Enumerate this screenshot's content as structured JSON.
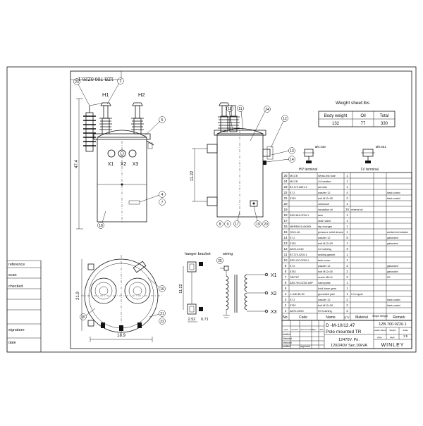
{
  "drawing_number": "1ZB.700.0Z26.1",
  "side_labels": [
    "reference",
    "scan",
    "checked",
    "signature",
    "date"
  ],
  "front_view": {
    "h1": "H1",
    "h2": "H2",
    "x1": "X1",
    "x2": "X2",
    "x3": "X3",
    "height_dim": "47.4",
    "balloons": {
      "b23": "23",
      "b1": "1",
      "b5": "5",
      "b4": "4",
      "b7": "7",
      "b18": "18"
    }
  },
  "side_view": {
    "dim": "11.22",
    "balloons": {
      "b18": "18",
      "b11": "11",
      "b24": "24",
      "b12": "12",
      "b13": "13",
      "b14": "14",
      "b8": "8",
      "b9": "9",
      "b17": "17",
      "b19": "19",
      "b20": "20"
    }
  },
  "top_view": {
    "dim_w": "18.9",
    "dim_h": "21.9",
    "balloons": {
      "b16": "16",
      "b15": "15",
      "b21": "21",
      "b22": "22"
    }
  },
  "hanger": {
    "title": "hanger bracket",
    "d1": "11.22",
    "d2": "2.52",
    "d3": "0.71"
  },
  "wiring": {
    "title": "wiring",
    "x1": "X1",
    "x2": "X2",
    "x3": "X3",
    "balloon": "25"
  },
  "weight_sheet": {
    "title": "Weight sheet:lbs",
    "headers": [
      "Body weight",
      "Oil",
      "Total"
    ],
    "values": [
      "132",
      "77",
      "330"
    ]
  },
  "terminals": {
    "hv": "HV terminal",
    "lv": "LV terminal",
    "hv_dim": "Ø0.433",
    "lv_dim": "Ø0.551"
  },
  "bom": [
    [
      "25",
      "MCCB",
      "Weak-link fuse",
      "1",
      "",
      ""
    ],
    [
      "24",
      "MCCB",
      "LV breaker",
      "1",
      "",
      ""
    ],
    [
      "23",
      "BT.473.2891.3",
      "arrester",
      "1",
      "",
      ""
    ],
    [
      "22",
      "97.2",
      "washer 12",
      "4",
      "",
      "black coated"
    ],
    [
      "21",
      "5783",
      "bolt M12×35",
      "2",
      "",
      "black coated"
    ],
    [
      "20",
      "",
      "core&coil",
      "1",
      "",
      ""
    ],
    [
      "19",
      "",
      "insulation oil",
      "20",
      "mineral oil",
      ""
    ],
    [
      "18",
      "5ZB.384.0Z26.1",
      "tank",
      "1",
      "",
      ""
    ],
    [
      "17",
      "",
      "drain valve",
      "1",
      "",
      ""
    ],
    [
      "16",
      "MBP8B/15-6K565",
      "tap changer",
      "1",
      "",
      ""
    ],
    [
      "15",
      "GS/4-18",
      "pressure relief device",
      "1",
      "",
      "welded bolt indicator"
    ],
    [
      "14",
      "97.2",
      "washer 12",
      "5",
      "",
      "galvanized"
    ],
    [
      "13",
      "5783",
      "bolt M12×25",
      "1",
      "",
      "galvanized"
    ],
    [
      "12",
      "ANSI-1/315",
      "LV bushing",
      "3",
      "",
      ""
    ],
    [
      "11",
      "BT.374.0Z26.1",
      "sealing gasket",
      "1",
      "",
      ""
    ],
    [
      "10",
      "5ZB.132.0Z26.1",
      "tank cover",
      "1",
      "",
      ""
    ],
    [
      "9",
      "97.2",
      "washer 12",
      "2",
      "",
      "galvanized"
    ],
    [
      "8",
      "5783",
      "bolt M12×30",
      "2",
      "",
      "galvanized"
    ],
    [
      "7",
      "GB/T67",
      "screw M4×6",
      "2",
      "",
      "SS"
    ],
    [
      "6",
      "5ZB.700.0Z26.1MP",
      "nameplate",
      "1",
      "",
      ""
    ],
    [
      "5",
      "",
      "hold down gear",
      "1",
      "",
      ""
    ],
    [
      "4",
      "L=180,B=30",
      "grounded pad",
      "1",
      "0.3 copper",
      ""
    ],
    [
      "3",
      "97.2",
      "washer 12",
      "2",
      "",
      "black coated"
    ],
    [
      "2",
      "5783",
      "bolt M12×28",
      "2",
      "",
      "black coated"
    ],
    [
      "1",
      "ANSI-15/50",
      "HV bushing",
      "2",
      "",
      ""
    ]
  ],
  "bom_headers": [
    "No.",
    "Code",
    "Name",
    "QTY",
    "Material",
    "Single Weight",
    "Remark"
  ],
  "title_block": {
    "product": "D -M-10/12.47",
    "name": "Pole mounted TR",
    "spec1": "12470V. Pri.",
    "spec2": "120/240V Sec.10kVA",
    "code": "1ZB.700.0Z26.1",
    "company": "WINLEY",
    "rev_headers": [
      "mark",
      "revision",
      "basis of revision",
      "sign",
      "date"
    ],
    "rows": [
      "drafted",
      "checked",
      "checked",
      "audited",
      "approved"
    ],
    "col_labels": [
      "pattern Mark",
      "Weight",
      "Scale"
    ],
    "scale": "1:5",
    "sheet_labels": [
      "page",
      "page"
    ]
  }
}
